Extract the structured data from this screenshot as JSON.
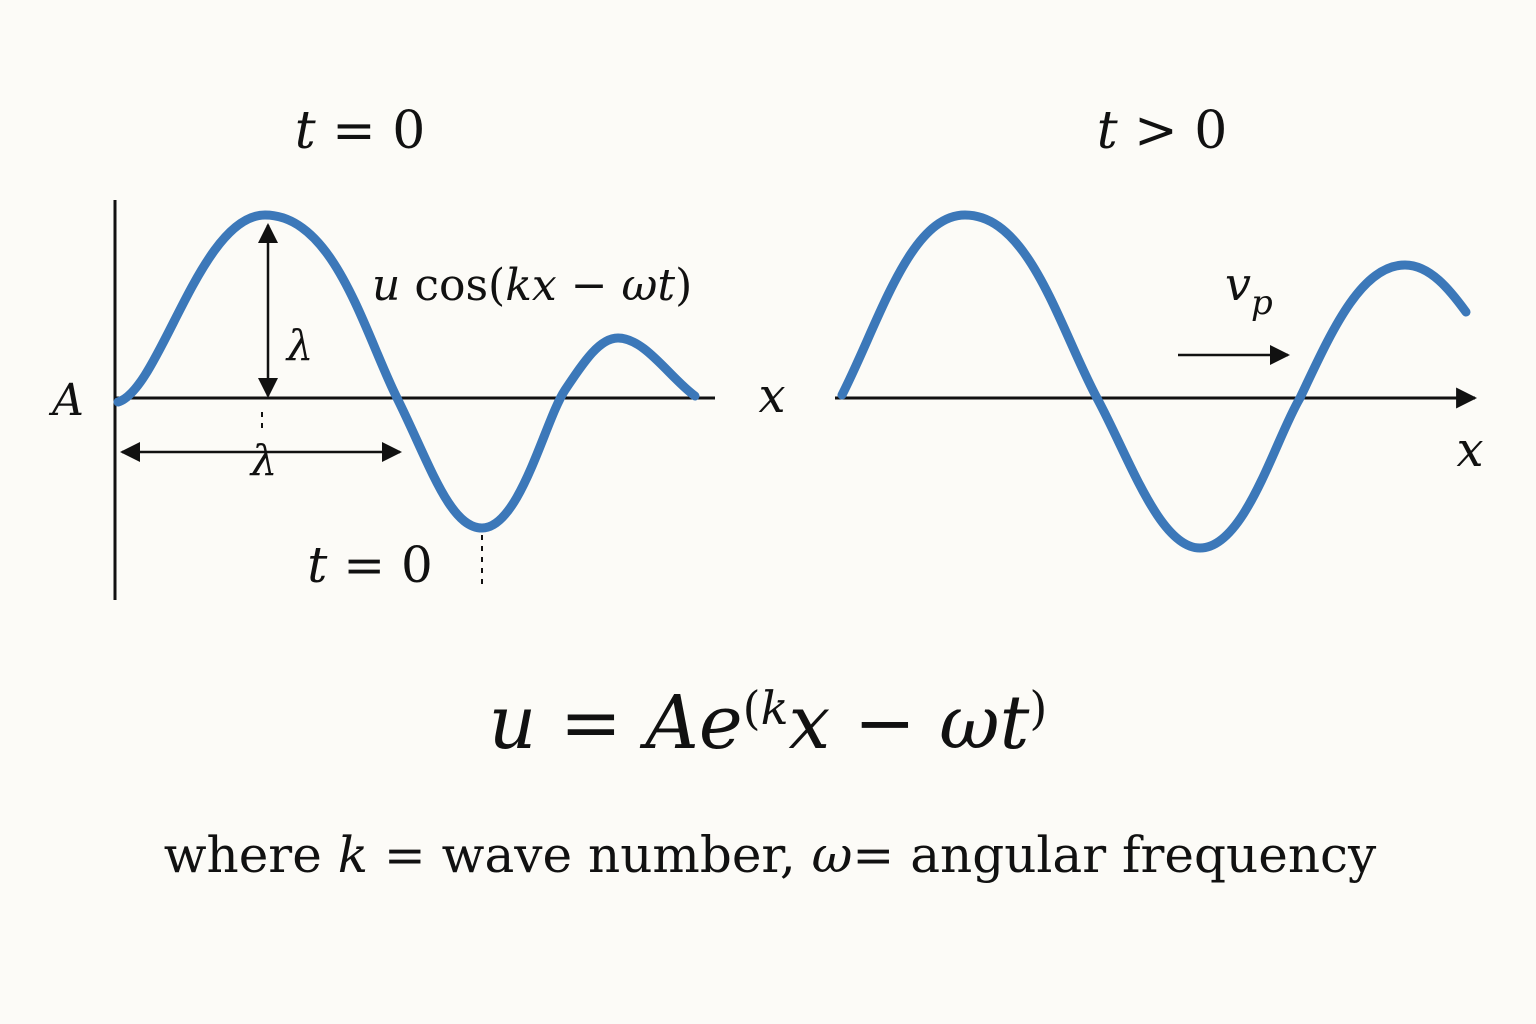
{
  "left_panel": {
    "title": {
      "var": "t",
      "rest": " = 0"
    },
    "expression": {
      "u": "u",
      "cos": " cos(",
      "kx": "kx",
      "minus": " − ",
      "wt": "ωt",
      "close": ")"
    },
    "amplitude_axis_label": "A",
    "height_label": "λ",
    "width_label": "λ",
    "x_label": "x",
    "bottom_label": {
      "var": "t",
      "rest": " = 0"
    }
  },
  "right_panel": {
    "title": {
      "var": "t",
      "rest": " > 0"
    },
    "velocity_label": {
      "v": "v",
      "sub": "p"
    },
    "x_label": "x"
  },
  "equation": {
    "u": "u",
    "eq": " = ",
    "A": "A",
    "e": "e",
    "exp_open": "(",
    "exp_k": "k",
    "exp_x": "x",
    "exp_minus": " − ",
    "exp_wt": "ωt",
    "exp_close": ")"
  },
  "caption": {
    "where": "where ",
    "k": "k",
    "k_def": " = wave number, ",
    "omega": "ω",
    "omega_def": "= angular frequency"
  },
  "colors": {
    "wave": "#3c78b9",
    "text": "#111111",
    "background": "#fcfbf7"
  }
}
